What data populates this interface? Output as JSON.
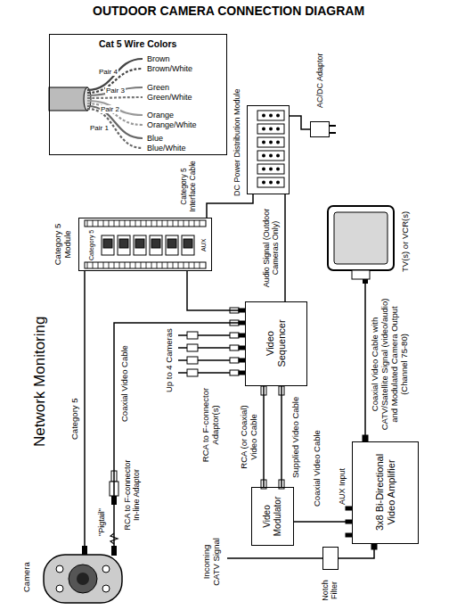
{
  "diagram": {
    "title": "OUTDOOR CAMERA CONNECTION DIAGRAM",
    "nodes": [
      {
        "text": [
          "Cat 5 Wire Colors"
        ]
      },
      {
        "text": [
          "DC Power Distribution Module"
        ]
      },
      {
        "text": [
          "AC/DC Adaptor"
        ]
      },
      {
        "text": [
          "Category 5 Module"
        ]
      },
      {
        "text": [
          "Video Sequencer"
        ]
      },
      {
        "text": [
          "TV(s) or VCR(s)"
        ]
      },
      {
        "text": [
          "Video Modulator"
        ]
      },
      {
        "text": [
          "3x8 Bi-Directional Video Amplifier"
        ]
      },
      {
        "text": [
          "Camera"
        ]
      },
      {
        "text": [
          "Notch Filter"
        ]
      }
    ],
    "edges": [
      {
        "from": 2,
        "to": 1,
        "arrow": "none"
      },
      {
        "from": 1,
        "to": 3,
        "arrow": "none",
        "label": "Category 5 Interface Cable"
      },
      {
        "from": 1,
        "to": 4,
        "arrow": "none",
        "label": "Audio Signal (Outdoor Cameras Only)"
      },
      {
        "from": 3,
        "to": 4,
        "arrow": "none"
      },
      {
        "from": 8,
        "to": 3,
        "arrow": "none",
        "label": "Category 5"
      },
      {
        "from": 8,
        "to": 4,
        "arrow": "none",
        "label": "Coaxial Video Cable"
      },
      {
        "from": 4,
        "to": 6,
        "arrow": "none",
        "label": "RCA (or Coaxial) Video Cable"
      },
      {
        "from": 4,
        "to": 6,
        "arrow": "none",
        "label": "Supplied Video Cable"
      },
      {
        "from": 6,
        "to": 7,
        "arrow": "none",
        "label": "Coaxial Video Cable"
      },
      {
        "from": 7,
        "to": 5,
        "arrow": "none",
        "label": "Coaxial Video Cable with CATV/Satellite Signal (video/audio) and Modulated Camera Output (Channel 75-80)"
      },
      {
        "from": 9,
        "to": 7,
        "arrow": "none"
      }
    ],
    "labels": [
      "Brown",
      "Brown/White",
      "Green",
      "Green/White",
      "Orange",
      "Orange/White",
      "Blue",
      "Blue/White",
      "Pair 4",
      "Pair 3",
      "Pair 2",
      "Pair 1",
      "Category 5",
      "AUX",
      "Network Monitoring",
      "Up to 4 Cameras",
      "RCA to F-connector Adaptor(s)",
      "RCA to F-connector In-line Adaptor",
      "\"Pigtail\"",
      "AUX Input",
      "Incoming CATV Signal"
    ]
  }
}
